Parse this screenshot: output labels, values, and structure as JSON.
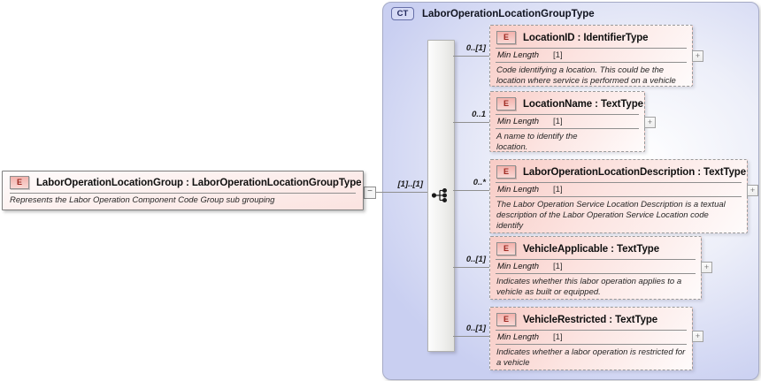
{
  "root_element": {
    "badge": "E",
    "title": "LaborOperationLocationGroup : LaborOperationLocationGroupType",
    "annotation": "Represents the Labor Operation Component Code Group sub grouping",
    "collapse_glyph": "−",
    "cardinality_to_type": "[1]..[1]"
  },
  "complex_type": {
    "badge": "CT",
    "title": "LaborOperationLocationGroupType",
    "compositor": "sequence"
  },
  "elements": [
    {
      "badge": "E",
      "title": "LocationID : IdentifierType",
      "cardinality": "0..[1]",
      "facet": {
        "name": "Min Length",
        "value": "[1]"
      },
      "annotation": "Code identifying a location. This could be the location where service is performed on a vehicle",
      "expand_glyph": "+"
    },
    {
      "badge": "E",
      "title": "LocationName : TextType",
      "cardinality": "0..1",
      "facet": {
        "name": "Min Length",
        "value": "[1]"
      },
      "annotation": "A name to identify the location.",
      "expand_glyph": "+"
    },
    {
      "badge": "E",
      "title": "LaborOperationLocationDescription : TextType",
      "cardinality": "0..*",
      "facet": {
        "name": "Min Length",
        "value": "[1]"
      },
      "annotation": "The Labor Operation Service Location Description is a textual description of the Labor Operation Service Location code identify",
      "expand_glyph": "+"
    },
    {
      "badge": "E",
      "title": "VehicleApplicable : TextType",
      "cardinality": "0..[1]",
      "facet": {
        "name": "Min Length",
        "value": "[1]"
      },
      "annotation": "Indicates whether this labor operation applies to a vehicle as built or equipped.",
      "expand_glyph": "+"
    },
    {
      "badge": "E",
      "title": "VehicleRestricted : TextType",
      "cardinality": "0..[1]",
      "facet": {
        "name": "Min Length",
        "value": "[1]"
      },
      "annotation": "Indicates whether a labor operation is restricted for a vehicle",
      "expand_glyph": "+"
    }
  ],
  "colors": {
    "container_edge_fill": "#c9cff1",
    "element_fill": "#f8ccc6",
    "element_badge_text": "#9c261e",
    "ct_badge_border": "#666fa8",
    "wire": "#8f8f8f"
  }
}
